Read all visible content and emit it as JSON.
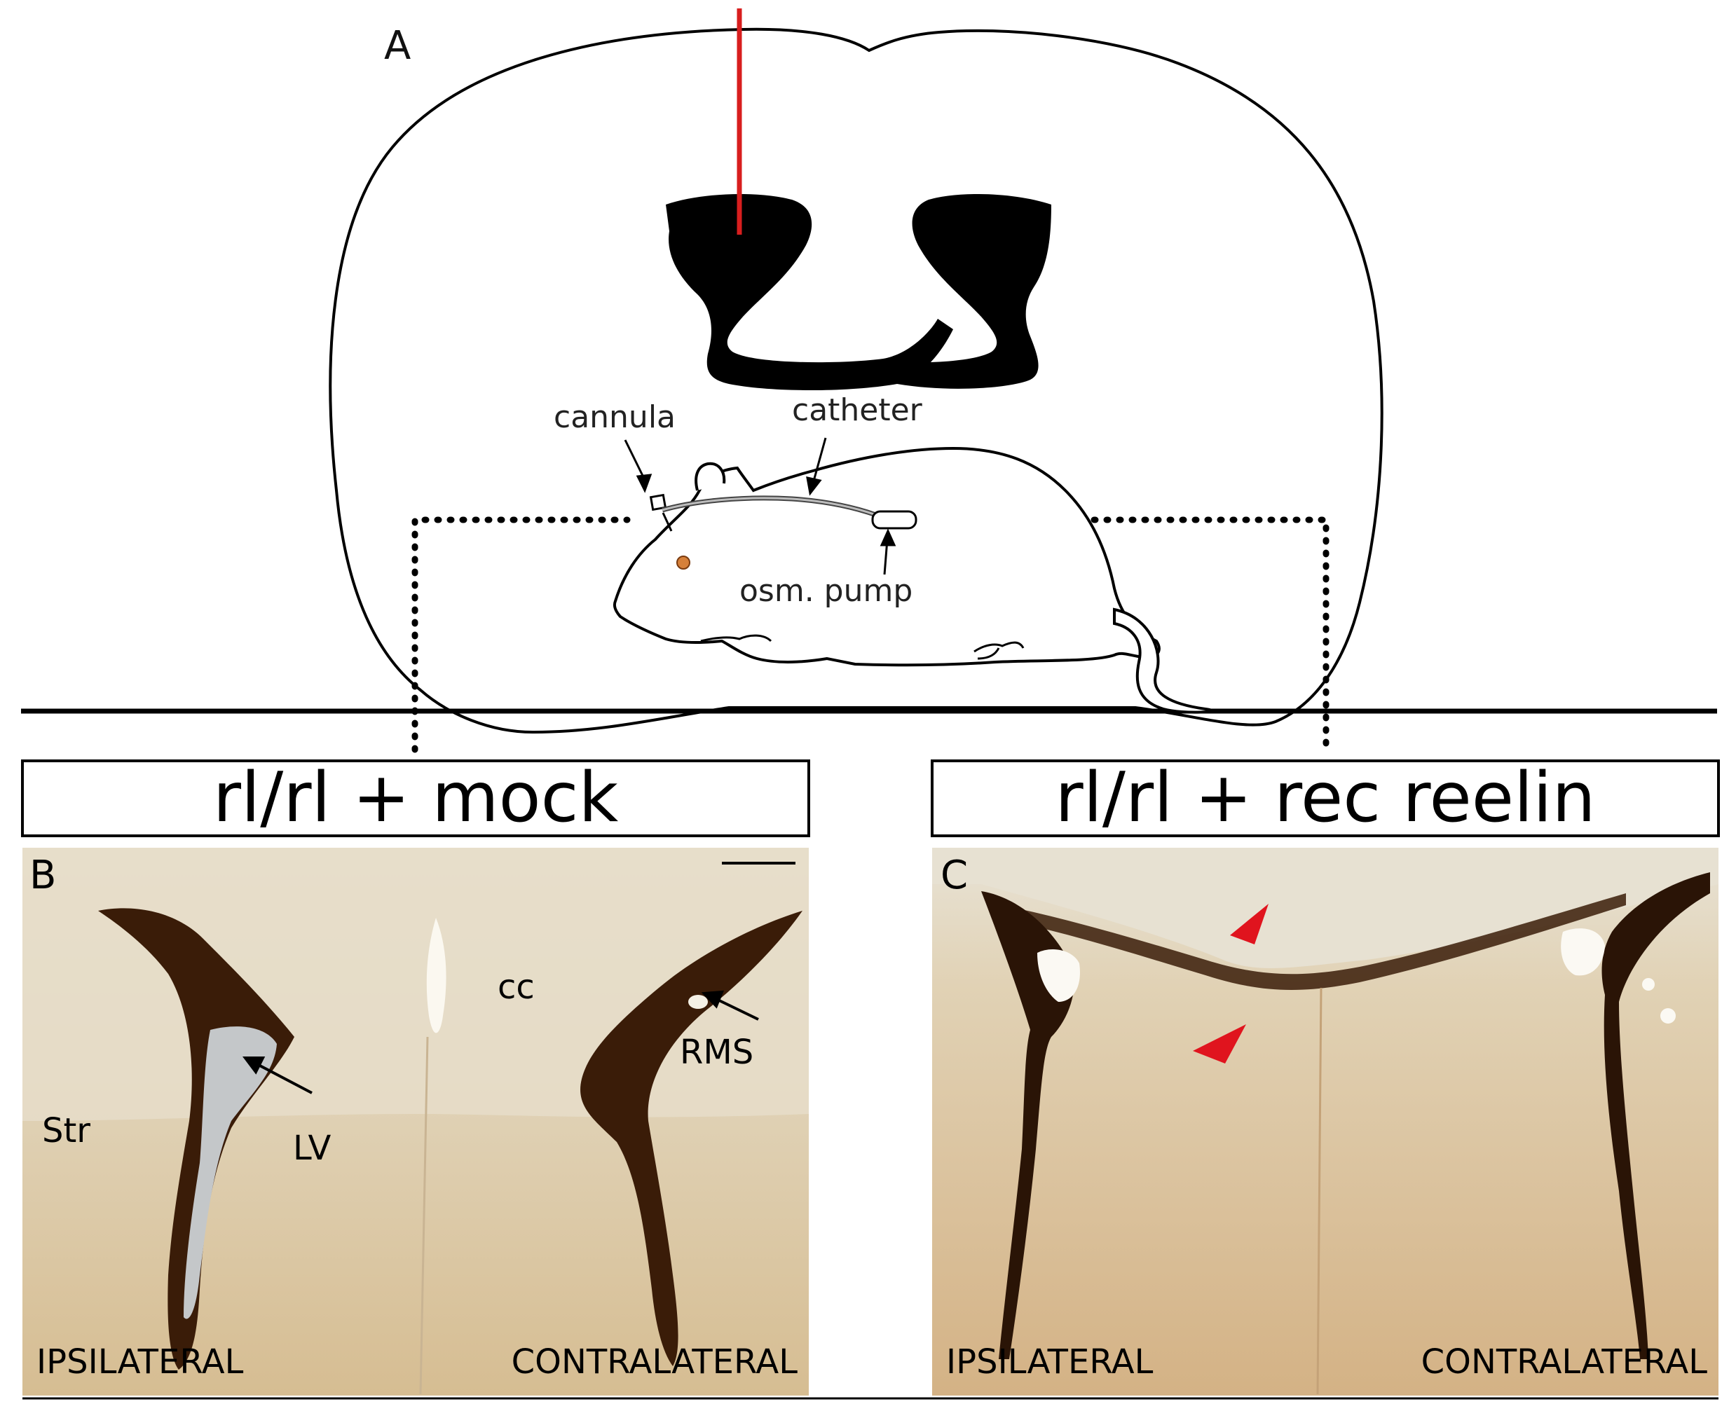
{
  "panel_a": {
    "letter": "A",
    "labels": {
      "cannula": "cannula",
      "catheter": "catheter",
      "pump": "osm. pump"
    },
    "colors": {
      "injection_line": "#d81e1e",
      "eye": "#d6803a",
      "ventricle": "#000000"
    }
  },
  "panel_b": {
    "letter": "B",
    "header": "rl/rl + mock",
    "labels": {
      "cc": "cc",
      "rms": "RMS",
      "str": "Str",
      "lv": "LV"
    },
    "footer_left": "IPSILATERAL",
    "footer_right": "CONTRALATERAL"
  },
  "panel_c": {
    "letter": "C",
    "header": "rl/rl + rec reelin",
    "footer_left": "IPSILATERAL",
    "footer_right": "CONTRALATERAL",
    "arrowhead_color": "#e0141e"
  },
  "colors": {
    "tissue_light": "#e6dcc8",
    "tissue_mid": "#d9c29b",
    "stain_dark": "#2a1508"
  }
}
